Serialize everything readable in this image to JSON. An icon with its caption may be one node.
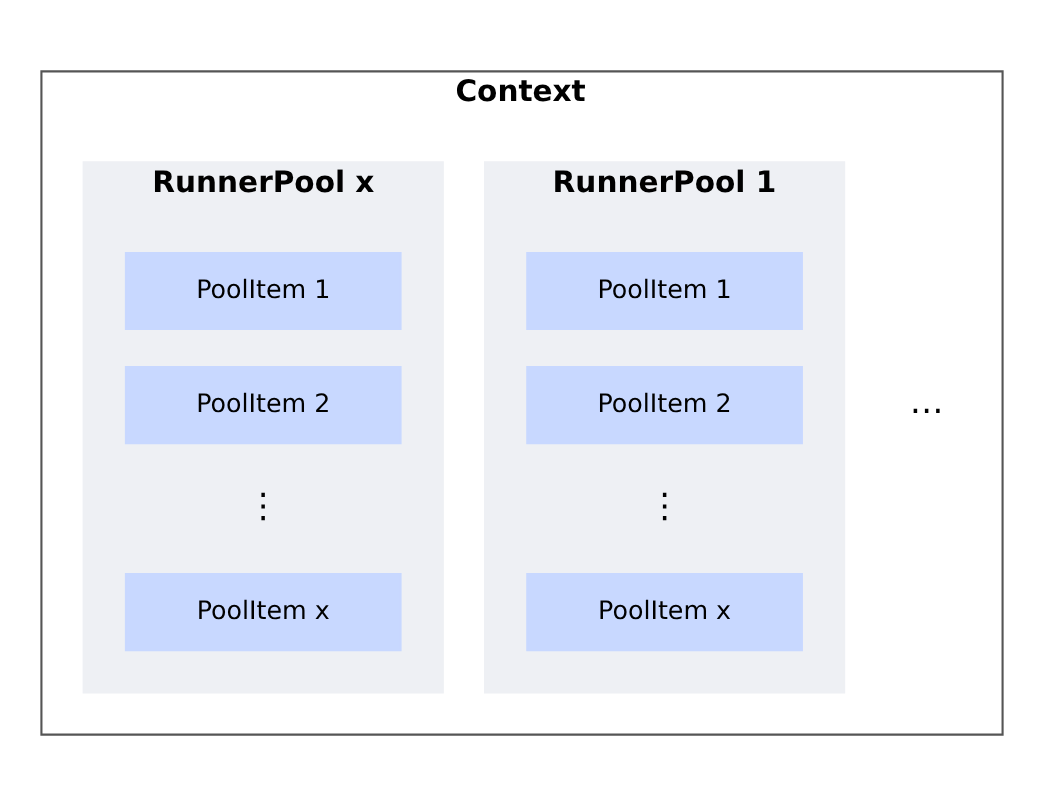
{
  "diagram": {
    "nodes": [
      {
        "text": [
          "Context"
        ]
      },
      {
        "text": [
          "RunnerPool 1"
        ],
        "in": 0
      },
      {
        "text": [
          "PoolItem 1"
        ],
        "in": 1
      },
      {
        "text": [
          "PoolItem 2"
        ],
        "in": 1
      },
      {
        "text": [
          "PoolItem x"
        ],
        "in": 1
      },
      {
        "text": [
          "RunnerPool x"
        ],
        "in": 0
      },
      {
        "text": [
          "PoolItem 1"
        ],
        "in": 5
      },
      {
        "text": [
          "PoolItem 2"
        ],
        "in": 5
      },
      {
        "text": [
          "PoolItem x"
        ],
        "in": 5
      }
    ],
    "labels": [
      "⋮",
      "…",
      "⋮"
    ]
  }
}
